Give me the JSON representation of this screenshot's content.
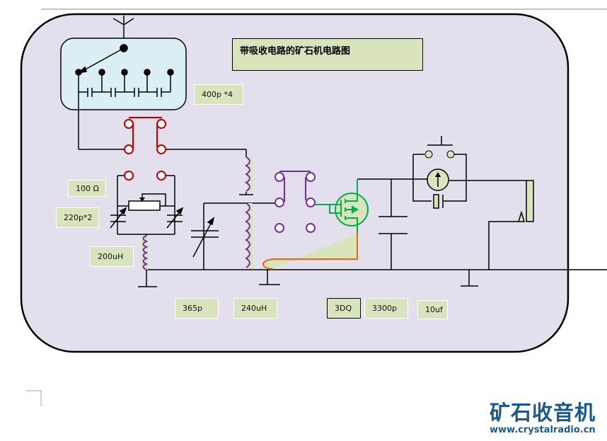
{
  "diagram": {
    "title": "带吸收电路的矿石机电路图",
    "colors": {
      "panel_fill": "#e4dfec",
      "antenna_box_fill": "#daeef3",
      "label_fill": "#d8e4bc",
      "switch1": "#c00000",
      "switch2": "#7030a0",
      "transistor": "#00b050",
      "lead": "#e46c0a",
      "coil": "#7030a0",
      "logo": "#1a5a8a"
    },
    "labels": {
      "antenna_caps": "400p *4",
      "resistor": "100 Ω",
      "trimmer_caps": "220p*2",
      "trap_coil": "200uH",
      "tuning_cap": "365p",
      "main_coil": "240uH",
      "transistor": "3DQ",
      "bypass_cap": "3300p",
      "coupling_cap": "10uf"
    },
    "components": [
      {
        "id": "antenna",
        "type": "antenna"
      },
      {
        "id": "antenna-selector",
        "type": "rotary-switch",
        "positions": 5
      },
      {
        "id": "antenna-capacitors",
        "type": "capacitor-chain",
        "count": 4
      },
      {
        "id": "switch-red",
        "type": "dpdt-switch"
      },
      {
        "id": "potentiometer",
        "type": "resistor"
      },
      {
        "id": "trimmer-left",
        "type": "variable-capacitor"
      },
      {
        "id": "trimmer-right",
        "type": "variable-capacitor"
      },
      {
        "id": "trap-coil",
        "type": "inductor"
      },
      {
        "id": "tuning-capacitor",
        "type": "variable-capacitor"
      },
      {
        "id": "primary-coil",
        "type": "inductor"
      },
      {
        "id": "secondary-coil",
        "type": "inductor"
      },
      {
        "id": "switch-purple",
        "type": "dpdt-switch"
      },
      {
        "id": "transistor",
        "type": "mosfet"
      },
      {
        "id": "filter-capacitor",
        "type": "capacitor"
      },
      {
        "id": "meter",
        "type": "ammeter"
      },
      {
        "id": "push-button",
        "type": "push-switch"
      },
      {
        "id": "electrolytic",
        "type": "polarized-capacitor"
      },
      {
        "id": "earphone-jack",
        "type": "jack"
      }
    ]
  },
  "logo": {
    "name": "矿石收音机",
    "url": "www.crystalradio.cn"
  }
}
